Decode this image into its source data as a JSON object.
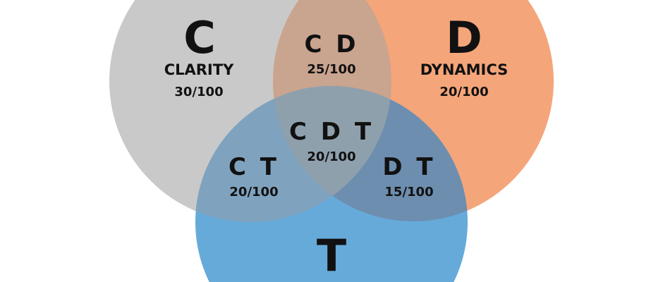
{
  "colors": {
    "clarity": "#c9c9c9",
    "dynamics": "#f5a57a",
    "teamwork": "#66aada",
    "cd": "#c9a48f",
    "ct": "#7fa3bf",
    "dt": "#6d8eaf",
    "cdt": "#8fa0ad"
  },
  "sets": {
    "c": {
      "letter": "C",
      "name": "CLARITY",
      "score": "30/100"
    },
    "d": {
      "letter": "D",
      "name": "DYNAMICS",
      "score": "20/100"
    },
    "t": {
      "letter": "T"
    }
  },
  "overlaps": {
    "cd": {
      "label": "C D",
      "score": "25/100"
    },
    "ct": {
      "label": "C T",
      "score": "20/100"
    },
    "dt": {
      "label": "D T",
      "score": "15/100"
    },
    "cdt": {
      "label": "C D T",
      "score": "20/100"
    }
  }
}
